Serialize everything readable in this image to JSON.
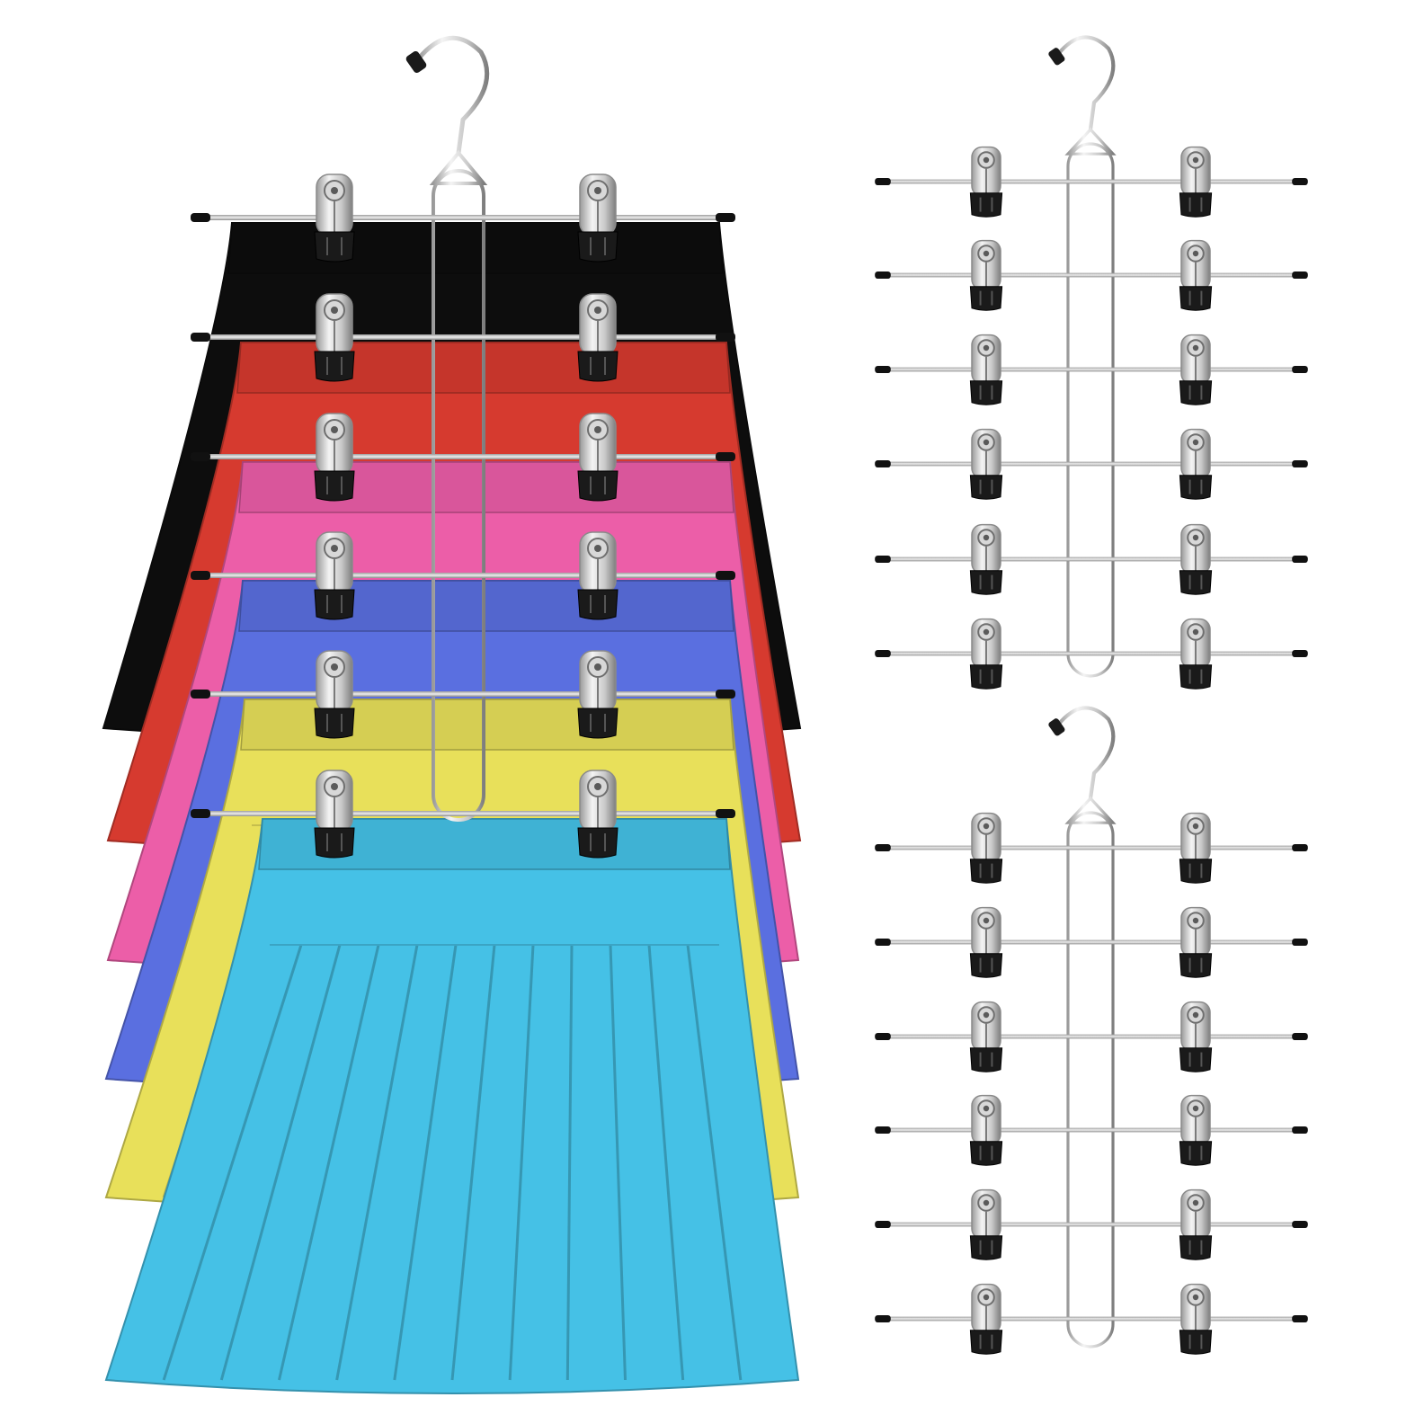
{
  "scene": {
    "background": "#ffffff",
    "skirt_colors": [
      "#0d0d0d",
      "#d63a2f",
      "#ec5ea8",
      "#5a6fe0",
      "#e8e05a",
      "#45c1e6"
    ],
    "skirt_color_names": [
      "black",
      "red",
      "pink",
      "blue",
      "yellow",
      "light-blue"
    ],
    "hanger_metal": "#c9c9c9",
    "hanger_metal_dark": "#8a8a8a",
    "clip_cap": "#1a1a1a",
    "rod_tip": "#111111",
    "tiers_per_hanger": 6,
    "hanger_count": 3
  }
}
